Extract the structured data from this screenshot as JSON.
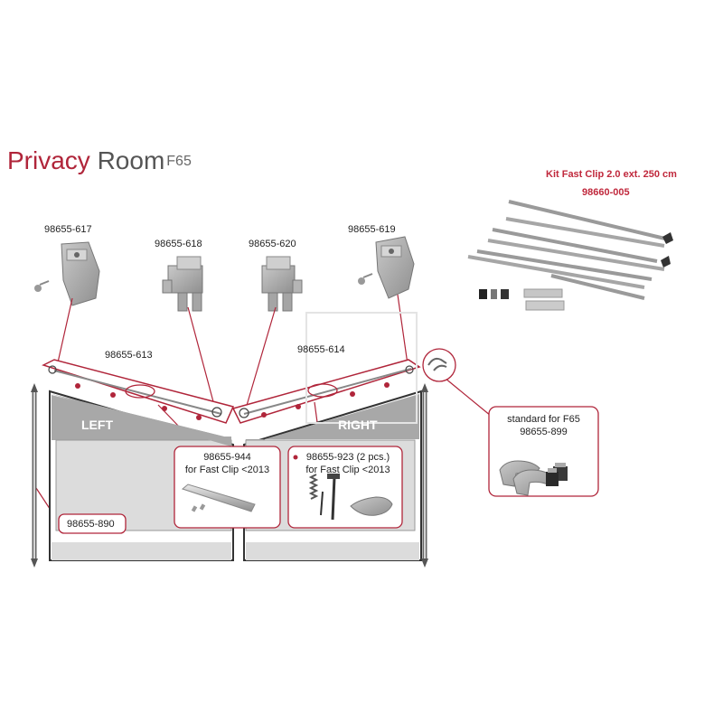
{
  "title": {
    "word1": "Privacy",
    "word2": "Room",
    "model": "F65"
  },
  "kit": {
    "title": "Kit Fast Clip 2.0 ext. 250 cm",
    "code": "98660-005"
  },
  "parts": {
    "p617": "98655-617",
    "p618": "98655-618",
    "p620": "98655-620",
    "p619": "98655-619",
    "p613": "98655-613",
    "p614": "98655-614",
    "p890": "98655-890"
  },
  "panels": {
    "left": "LEFT",
    "right": "RIGHT"
  },
  "box944": {
    "code": "98655-944",
    "note": "for Fast Clip <2013"
  },
  "box923": {
    "code": "98655-923 (2 pcs.)",
    "note": "for Fast Clip <2013"
  },
  "box899": {
    "line1": "standard for F65",
    "code": "98655-899"
  },
  "colors": {
    "accent": "#c0283c",
    "title_red": "#b0253a",
    "leader": "#b0253a",
    "panel_grey": "#a8a8a8",
    "window_grey": "#dcdcdc"
  }
}
